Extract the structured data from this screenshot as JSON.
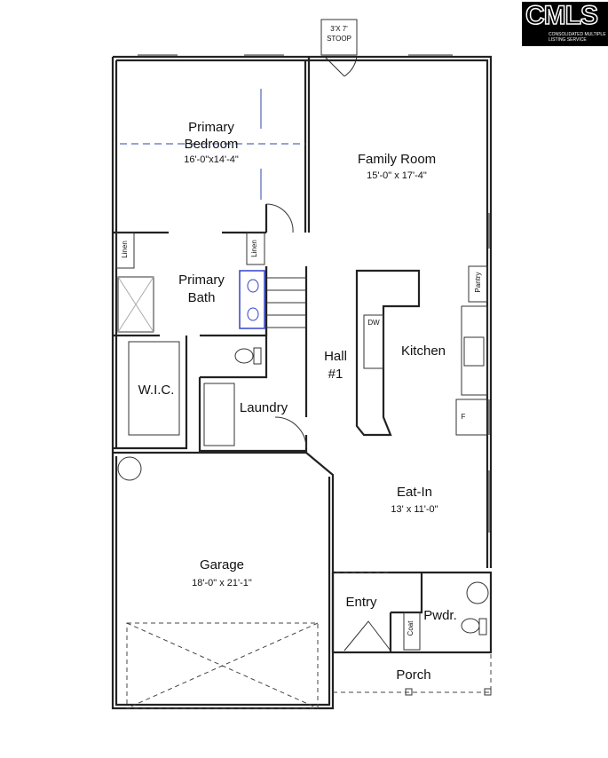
{
  "logo": {
    "text": "CMLS",
    "subtitle": "CONSOLIDATED MULTIPLE LISTING SERVICE"
  },
  "stoop": {
    "size": "3'X 7'",
    "label": "STOOP"
  },
  "rooms": {
    "primary_bedroom": {
      "line1": "Primary",
      "line2": "Bedroom",
      "dims": "16'-0\"x14'-4\""
    },
    "family_room": {
      "label": "Family Room",
      "dims": "15'-0\" x 17'-4\""
    },
    "primary_bath": {
      "line1": "Primary",
      "line2": "Bath"
    },
    "linen_left": "Linen",
    "linen_right": "Linen",
    "pantry": "Pantry",
    "dw": "DW",
    "kitchen": "Kitchen",
    "hall": {
      "line1": "Hall",
      "line2": "#1"
    },
    "wic": "W.I.C.",
    "laundry": "Laundry",
    "fridge": "F",
    "eat_in": {
      "label": "Eat-In",
      "dims": "13' x 11'-0\""
    },
    "garage": {
      "label": "Garage",
      "dims": "18'-0\" x 21'-1\""
    },
    "entry": "Entry",
    "coat": "Coat",
    "powder": "Pwdr.",
    "porch": "Porch"
  },
  "colors": {
    "wall": "#222222",
    "sink_accent": "#3344cc",
    "plan_dash": "#3344aa"
  }
}
